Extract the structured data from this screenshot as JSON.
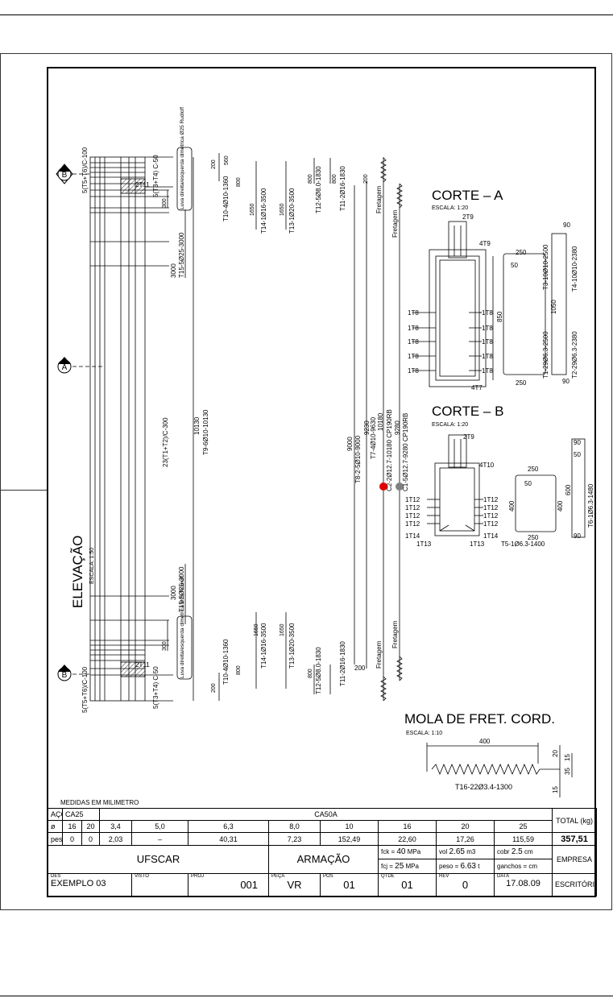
{
  "elevation": {
    "title": "ELEVAÇÃO",
    "scale": "ESCALA: 1:50",
    "section_marker_a": "A",
    "section_marker_b": "B",
    "label_stirrups_top": "5(T5+T6)/C-100",
    "label_stirrups_bottom": "5(T5+T6)/C-100",
    "label_t3t4_top": "5(T3+T4) C-50",
    "label_t3t4_bottom": "5(T3+T4) C-50",
    "label_2t11": "2T11",
    "label_luva_top": "Luva direita/esquerda dimetrica Ø25 Rudloff",
    "label_luva_bottom": "Luva direita/esquerda dimetrica Ø25 Rudloff",
    "dim_300": "300",
    "dim_3000": "3000",
    "label_t15": "T15-5Ø25-3000",
    "label_main_stirrups": "23(T1+T2)/C-300",
    "dim_10130": "10130",
    "label_t9": "T9-6Ø10-10130",
    "label_t10": "T10-4Ø10-1360",
    "dim_200": "200",
    "dim_560": "560",
    "dim_800": "800",
    "dim_1650": "1650",
    "label_t14": "T14-1Ø16-3500",
    "label_t13": "T13-1Ø20-3500",
    "label_t12": "T12-5Ø8.0-1830",
    "label_t11": "T11-2Ø16-1830",
    "dim_9000": "9000",
    "label_t8": "T8-2-5Ø10-9000",
    "dim_9230": "9230",
    "label_t7": "T7-4Ø10-9630",
    "dim_10180": "10180",
    "label_c2": "C2-2Ø12.7-10180 CP190RB",
    "dim_9280": "9280",
    "label_c1": "C1-5Ø12.7-9280 CP190RB",
    "label_fretagem": "Fretagem"
  },
  "corte_a": {
    "title": "CORTE – A",
    "scale": "ESCALA: 1:20",
    "label_2t9": "2T9",
    "label_4t9": "4T9",
    "label_4t7": "4T7",
    "bar_labels_left": [
      "1T8",
      "1T8",
      "1T8",
      "1T8",
      "1T8"
    ],
    "bar_labels_right": [
      "1T8",
      "1T8",
      "1T8",
      "1T8",
      "1T8"
    ],
    "dim_850": "850",
    "dim_250": "250",
    "dim_50": "50",
    "dim_1050": "1050",
    "dim_90": "90",
    "label_t1": "T1-29Ø6.3-2500",
    "label_t3": "T3-10Ø10-2500",
    "label_t2": "T2-29Ø6.3-2380",
    "label_t4": "T4-10Ø10-2380"
  },
  "corte_b": {
    "title": "CORTE – B",
    "scale": "ESCALA: 1:20",
    "label_2t9": "2T9",
    "label_4t10": "4T10",
    "bar_labels_left": [
      "1T12",
      "1T12",
      "1T12",
      "1T12",
      "1T13",
      "1T14"
    ],
    "bar_labels_right": [
      "1T12",
      "1T12",
      "1T12",
      "1T12",
      "1T13",
      "1T14"
    ],
    "label_1t13_bottom": "1T13",
    "dim_250": "250",
    "dim_400": "400",
    "dim_50": "50",
    "dim_600": "600",
    "dim_90": "90",
    "label_t5": "T5-1Ø6.3-1400",
    "label_t6": "T6-1Ø6.3-1480"
  },
  "mola": {
    "title": "MOLA DE FRET. CORD.",
    "scale": "ESCALA: 1:10",
    "dim_400": "400",
    "dim_20": "20",
    "dim_15": "15",
    "dim_35": "35",
    "label_t16": "T16-22Ø3.4-1300"
  },
  "title_block": {
    "units_note": "MEDIDAS EM MILIMETRO",
    "aco_label": "AÇO",
    "ca25_label": "CA25",
    "ca50a_label": "CA50A",
    "total_label": "TOTAL (kg)",
    "phi_label": "ø",
    "peso_label": "peso",
    "diameters": [
      "16",
      "20",
      "3,4",
      "5,0",
      "6,3",
      "8,0",
      "10",
      "16",
      "20",
      "25"
    ],
    "weights": [
      "0",
      "0",
      "2,03",
      "–",
      "40,31",
      "7,23",
      "152,49",
      "22,60",
      "17,26",
      "115,59"
    ],
    "total_value": "357,51",
    "client": "UFSCAR",
    "drawing_type": "ARMAÇÃO",
    "fck_label": "fck =",
    "fck_value": "40",
    "fck_unit": "MPa",
    "fcj_label": "fcj =",
    "fcj_value": "25",
    "fcj_unit": "MPa",
    "vol_label": "vol",
    "vol_value": "2.65",
    "vol_unit": "m3",
    "peso_label2": "peso =",
    "peso_value": "6.63",
    "peso_unit": "t",
    "cobr_label": "cobr",
    "cobr_value": "2.5",
    "cobr_unit": "cm",
    "gancho_label": "ganchos =",
    "gancho_unit": "cm",
    "empresa": "EMPRESA",
    "des_label": "DES",
    "visto_label": "VISTO",
    "proj_label": "PROJ",
    "peca_label": "PEÇA",
    "pos_label": "POS",
    "qtde_label": "QTDE",
    "rev_label": "REV",
    "data_label": "DATA",
    "des_value": "EXEMPLO 03",
    "proj_value": "001",
    "peca_value": "VR",
    "pos_value": "01",
    "qtde_value": "01",
    "rev_value": "0",
    "data_value": "17.08.09",
    "escritorio": "ESCRITÓRIO"
  },
  "colors": {
    "line": "#000000",
    "marker_red": "#e00000",
    "marker_gray": "#808080"
  }
}
